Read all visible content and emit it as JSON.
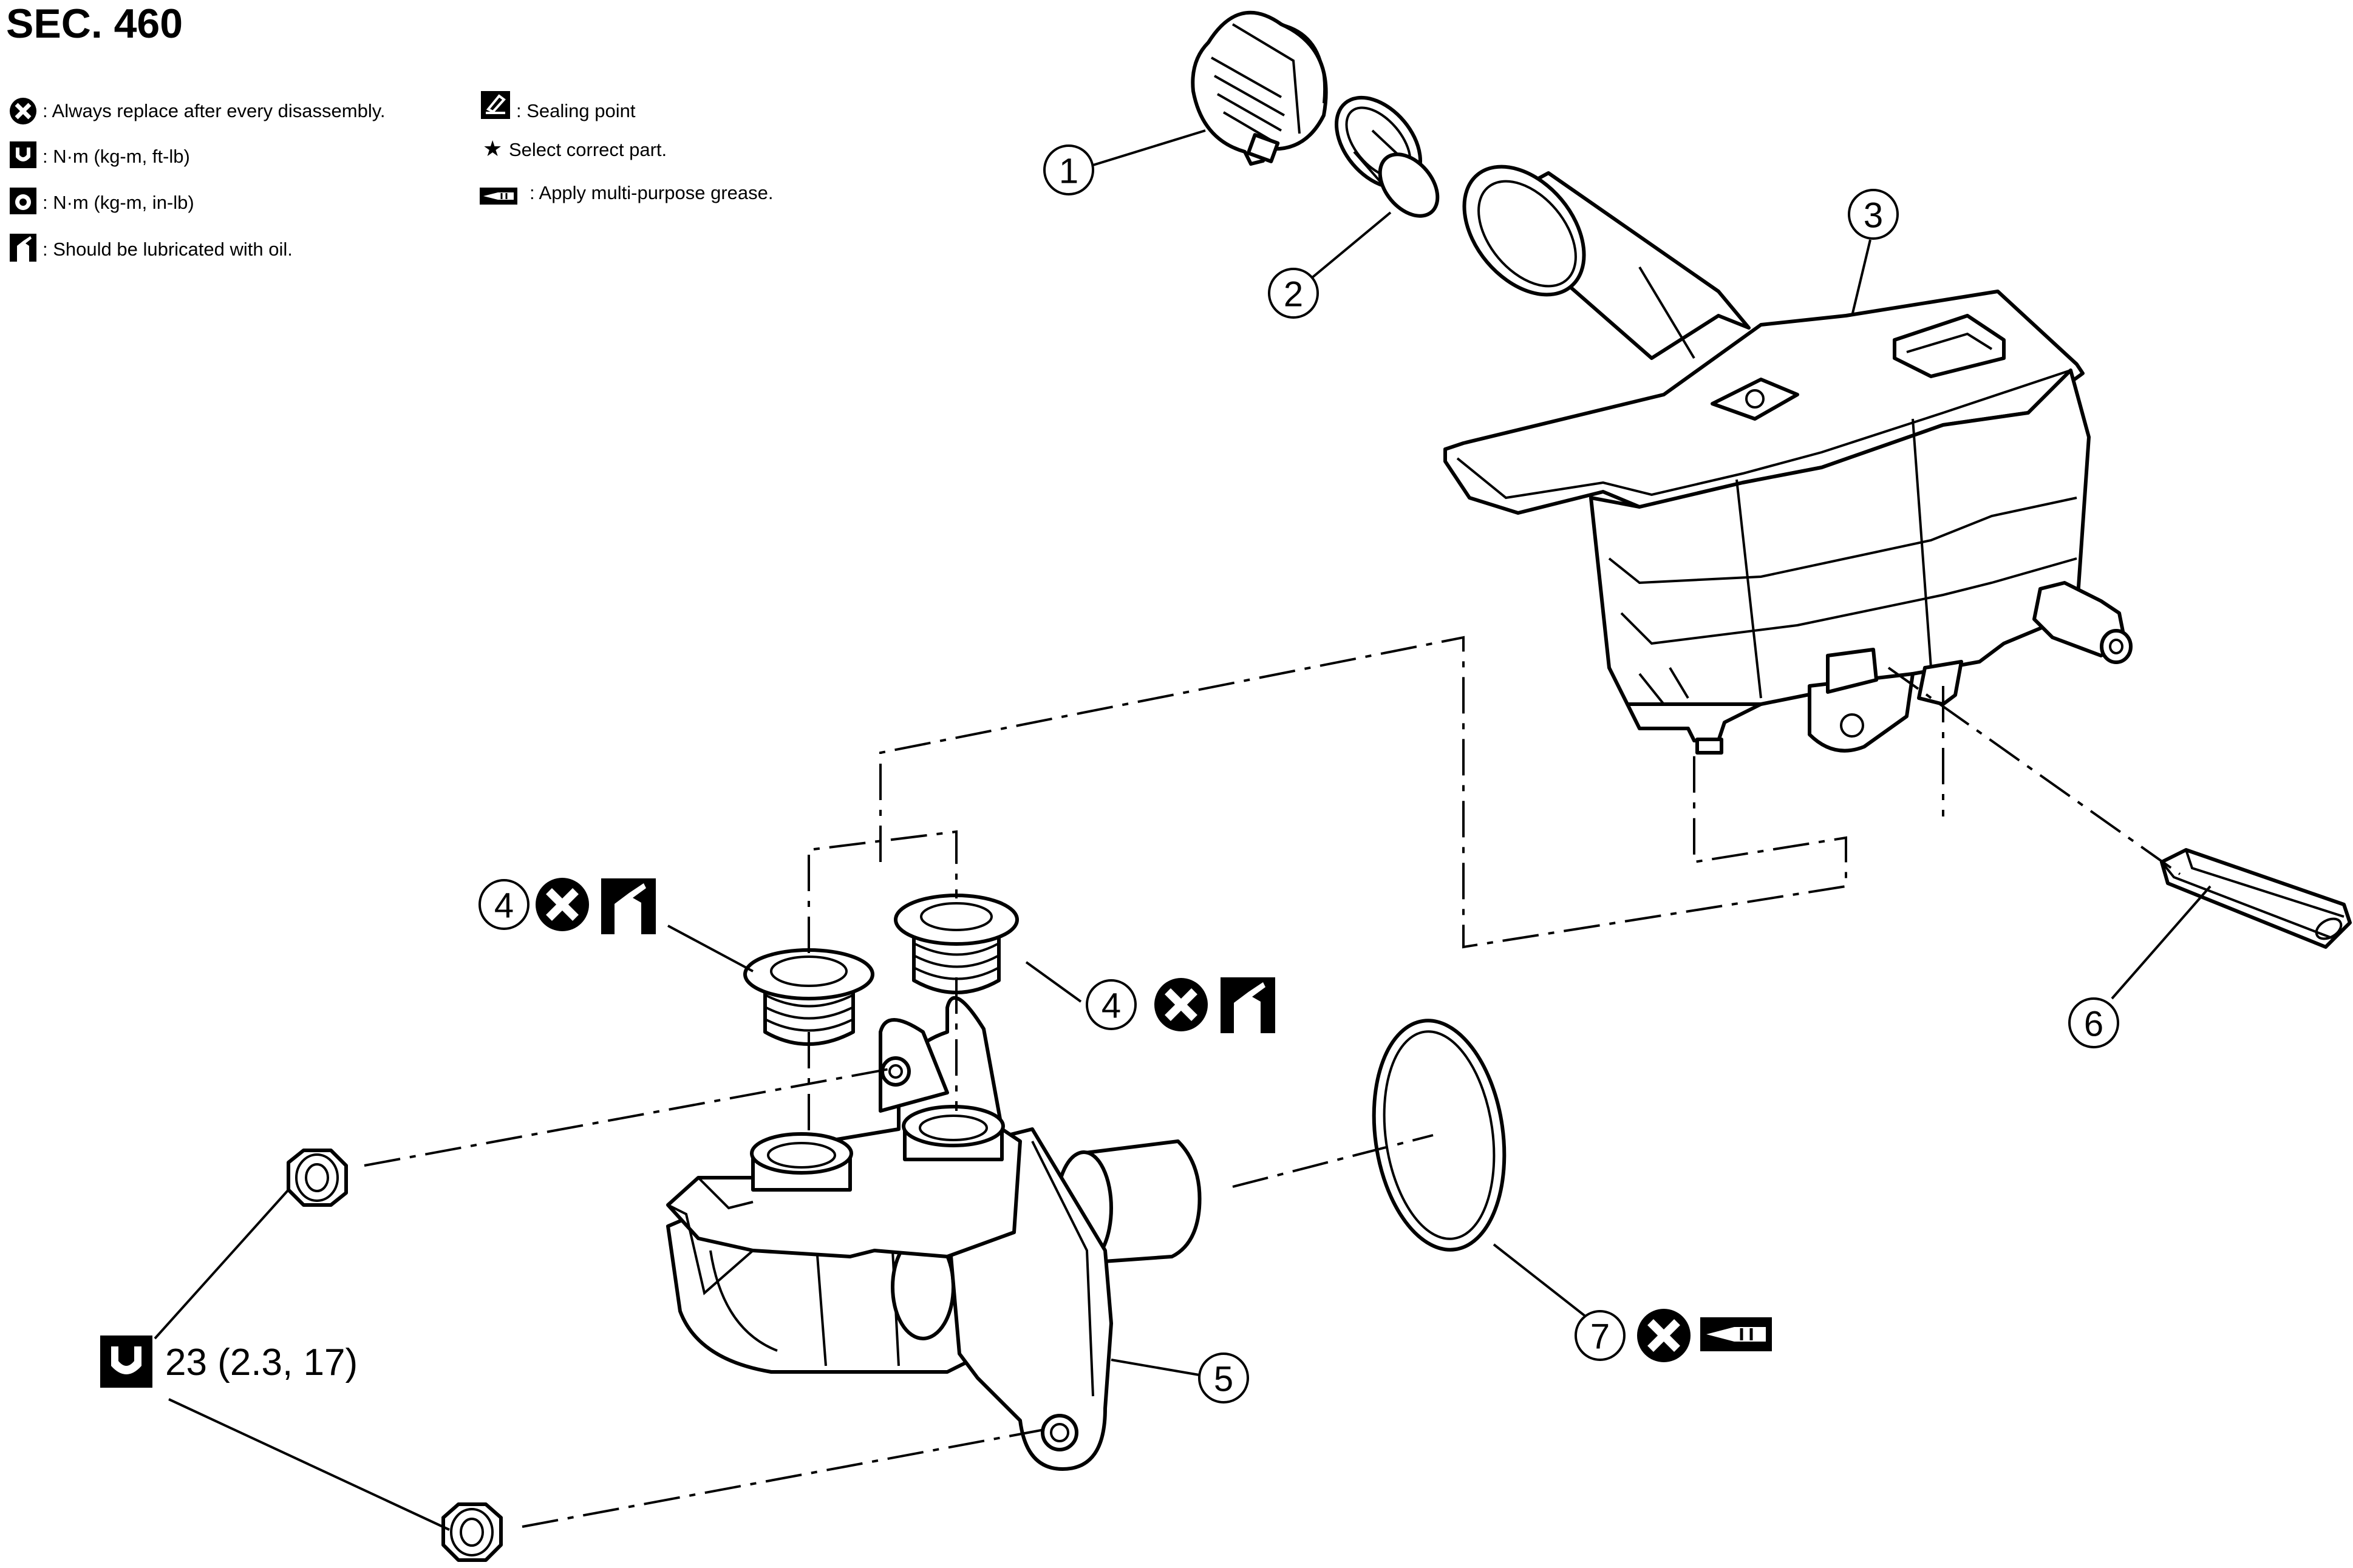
{
  "title": "SEC. 460",
  "legend": {
    "items": [
      {
        "icon": "replace-icon",
        "text": ": Always replace after every disassembly."
      },
      {
        "icon": "torque-ft-lb-icon",
        "text": ": N·m (kg-m, ft-lb)"
      },
      {
        "icon": "torque-in-lb-icon",
        "text": ": N·m (kg-m, in-lb)"
      },
      {
        "icon": "oil-can-icon",
        "text": ": Should be lubricated with oil."
      },
      {
        "icon": "sealing-point-icon",
        "text": ": Sealing point"
      },
      {
        "icon": "star-icon",
        "text": "Select correct part."
      },
      {
        "icon": "grease-icon",
        "text": ": Apply multi-purpose grease."
      }
    ]
  },
  "callouts": {
    "c1": "1",
    "c2": "2",
    "c3": "3",
    "c4a": "4",
    "c4b": "4",
    "c5": "5",
    "c6": "6",
    "c7": "7"
  },
  "torque_spec": "23 (2.3, 17)",
  "colors": {
    "line": "#000000",
    "background": "#ffffff"
  }
}
